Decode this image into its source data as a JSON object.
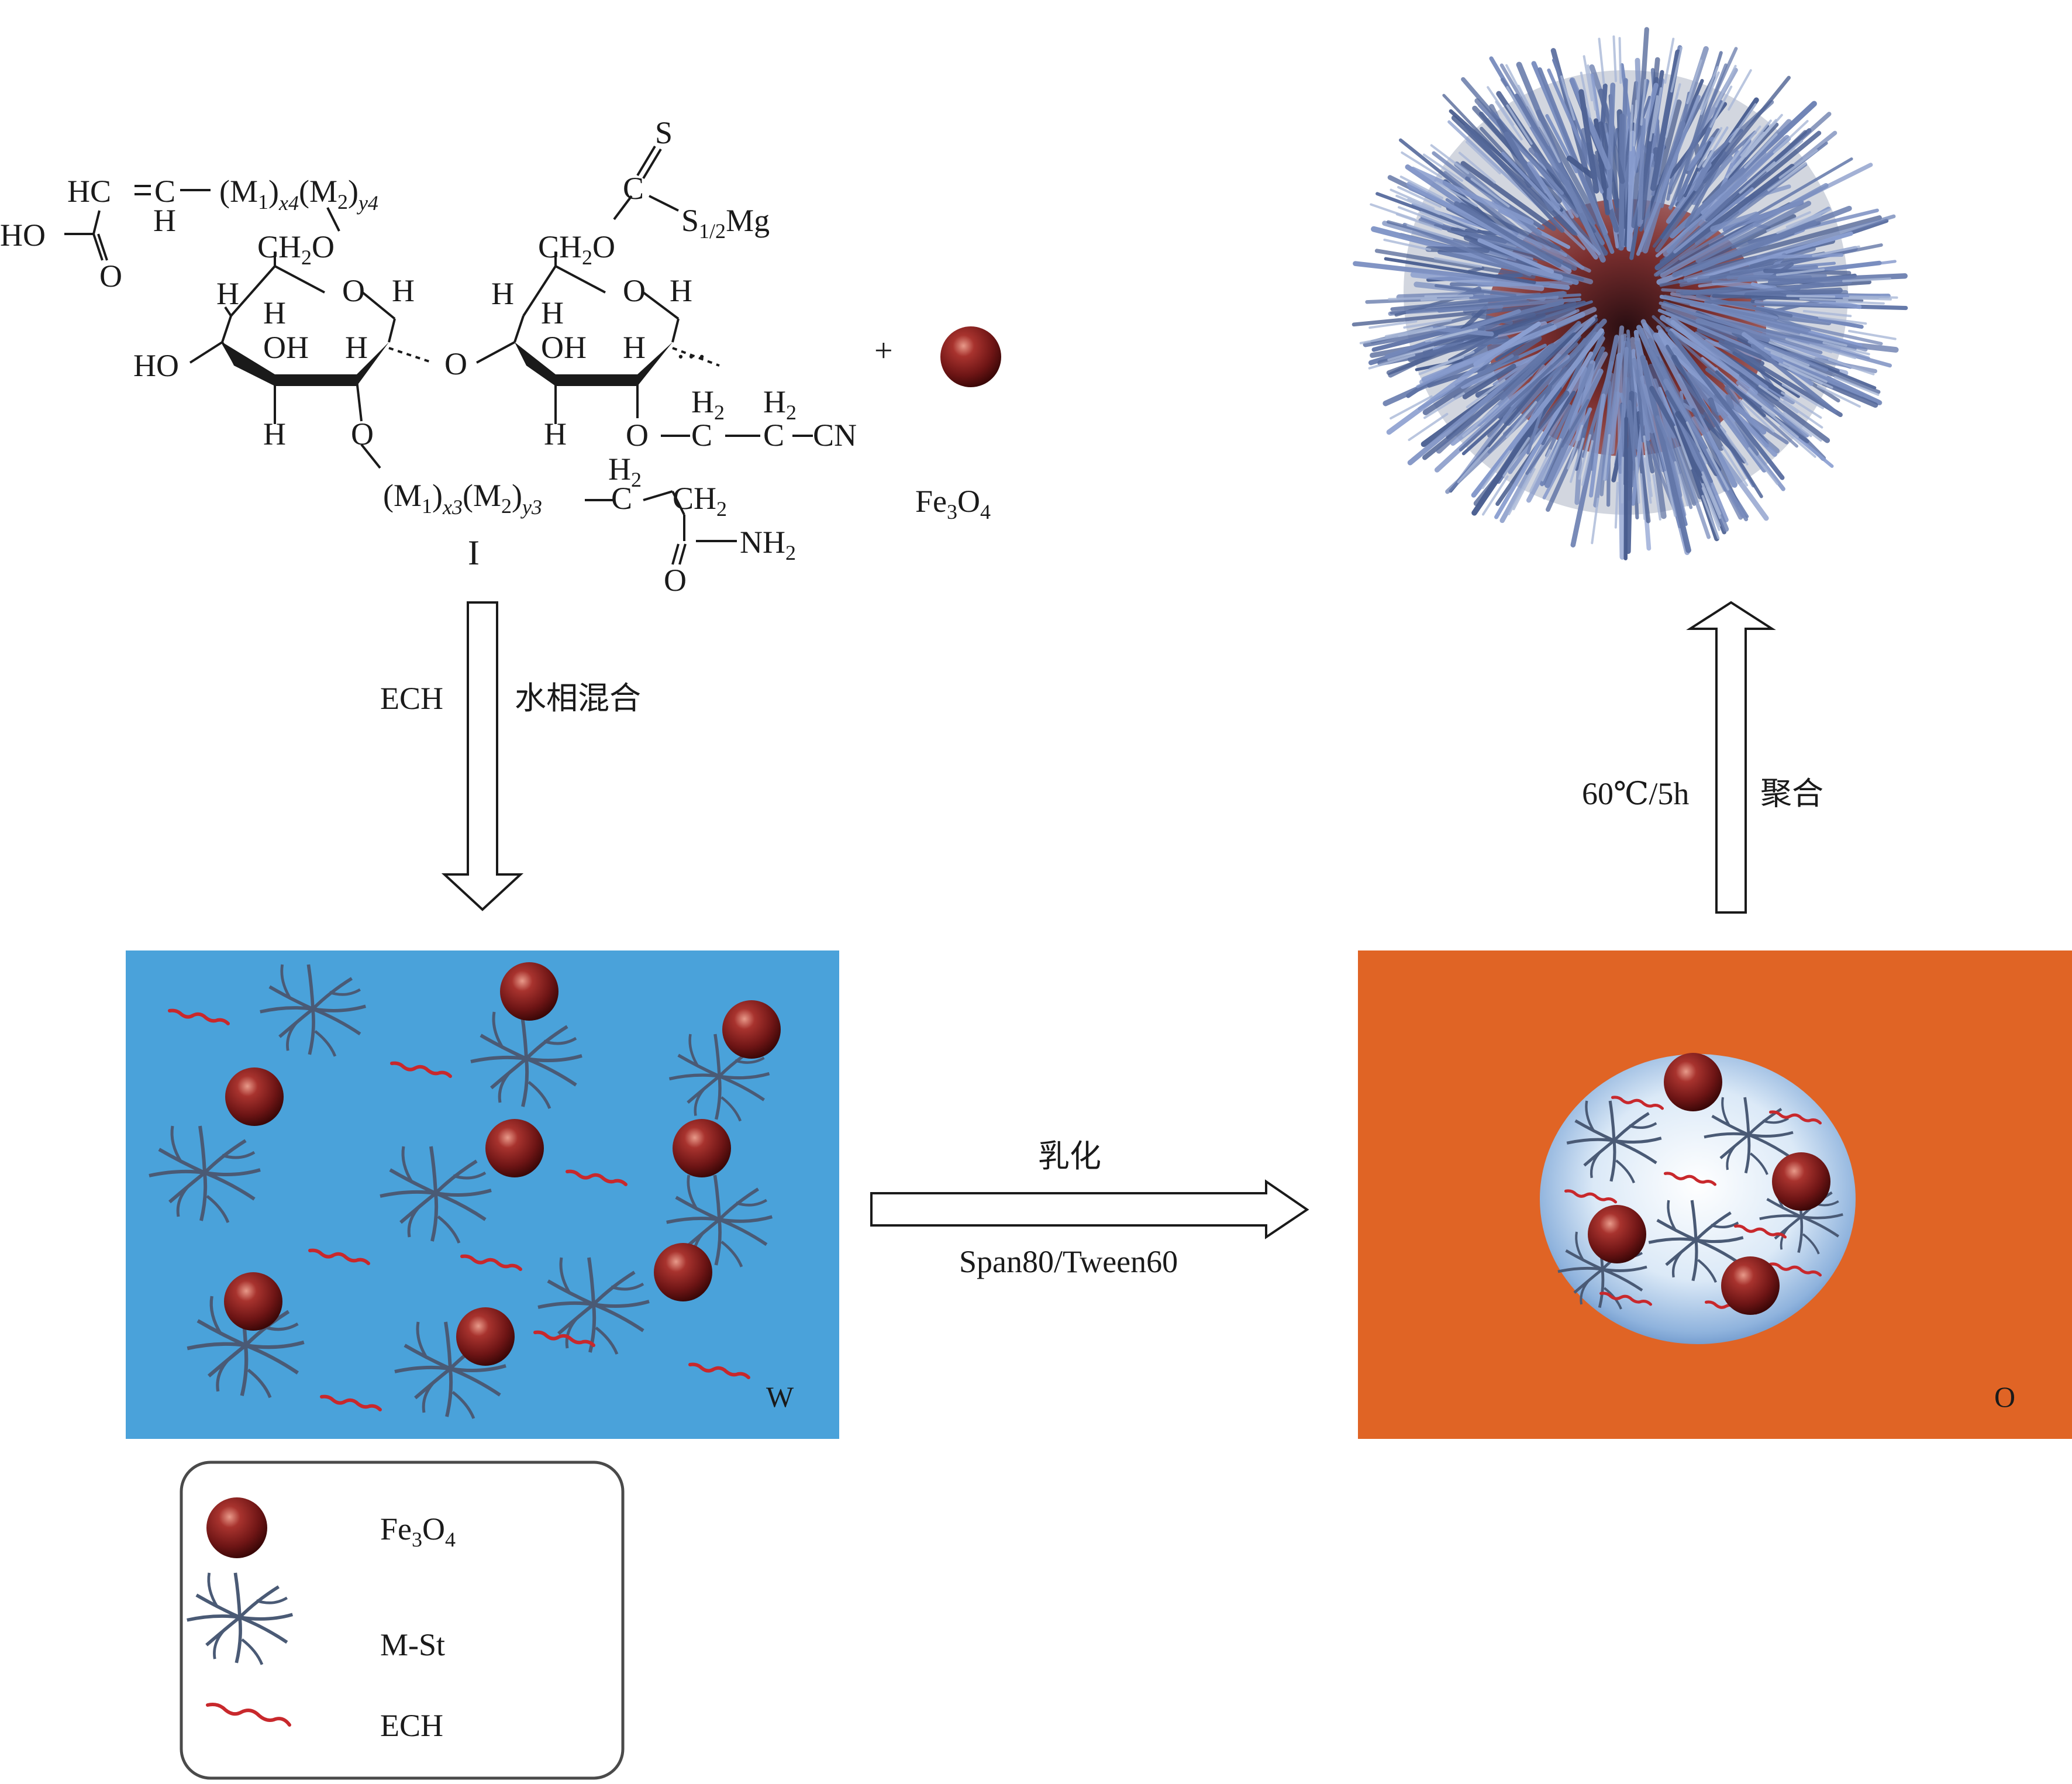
{
  "colors": {
    "water_phase": "#4aa2da",
    "oil_phase": "#e06425",
    "particle": "#8a1d1d",
    "polymer": "#4a5a75",
    "ech": "#c8282c",
    "microsphere": "#5f76a6",
    "droplet": "#cfe3f6",
    "ink": "#1a1a1a"
  },
  "icons": [
    "fe3o4-particle-icon",
    "m-st-polymer-icon",
    "ech-crosslinker-icon",
    "hollow-arrow-icon",
    "microsphere-image"
  ],
  "structure": {
    "label": "I",
    "plus": "+",
    "particle_label": "Fe3O4",
    "ho_acid": "HO",
    "acid_o": "O",
    "hc": "HC",
    "vinyl_c": "C",
    "vinyl_h": "H",
    "chain_top": "(M1)x4(M2)y4",
    "ch2o_left": "CH2O",
    "ch2o_right": "CH2O",
    "ring_o": "O",
    "ring_h": "H",
    "ring_oh": "OH",
    "ho_left": "HO",
    "bridge_o": "O",
    "dots": "…",
    "s_top": "S",
    "c_thio": "C",
    "s_mg": "S1/2Mg",
    "o_sub": "O",
    "c_sub": "C",
    "h2_sub": "H2",
    "cn": "CN",
    "chain_bottom": "(M1)x3(M2)y3",
    "ch2": "CH2",
    "amide_o": "O",
    "nh2": "NH2"
  },
  "steps": {
    "down_left": "ECH",
    "down_right": "水相混合",
    "emulsify_top": "乳化",
    "emulsify_bottom": "Span80/Tween60",
    "up_left": "60℃/5h",
    "up_right": "聚合"
  },
  "phases": {
    "water": "W",
    "oil": "O"
  },
  "legend": {
    "fe3o4": "Fe3O4",
    "mst": "M-St",
    "ech": "ECH"
  }
}
